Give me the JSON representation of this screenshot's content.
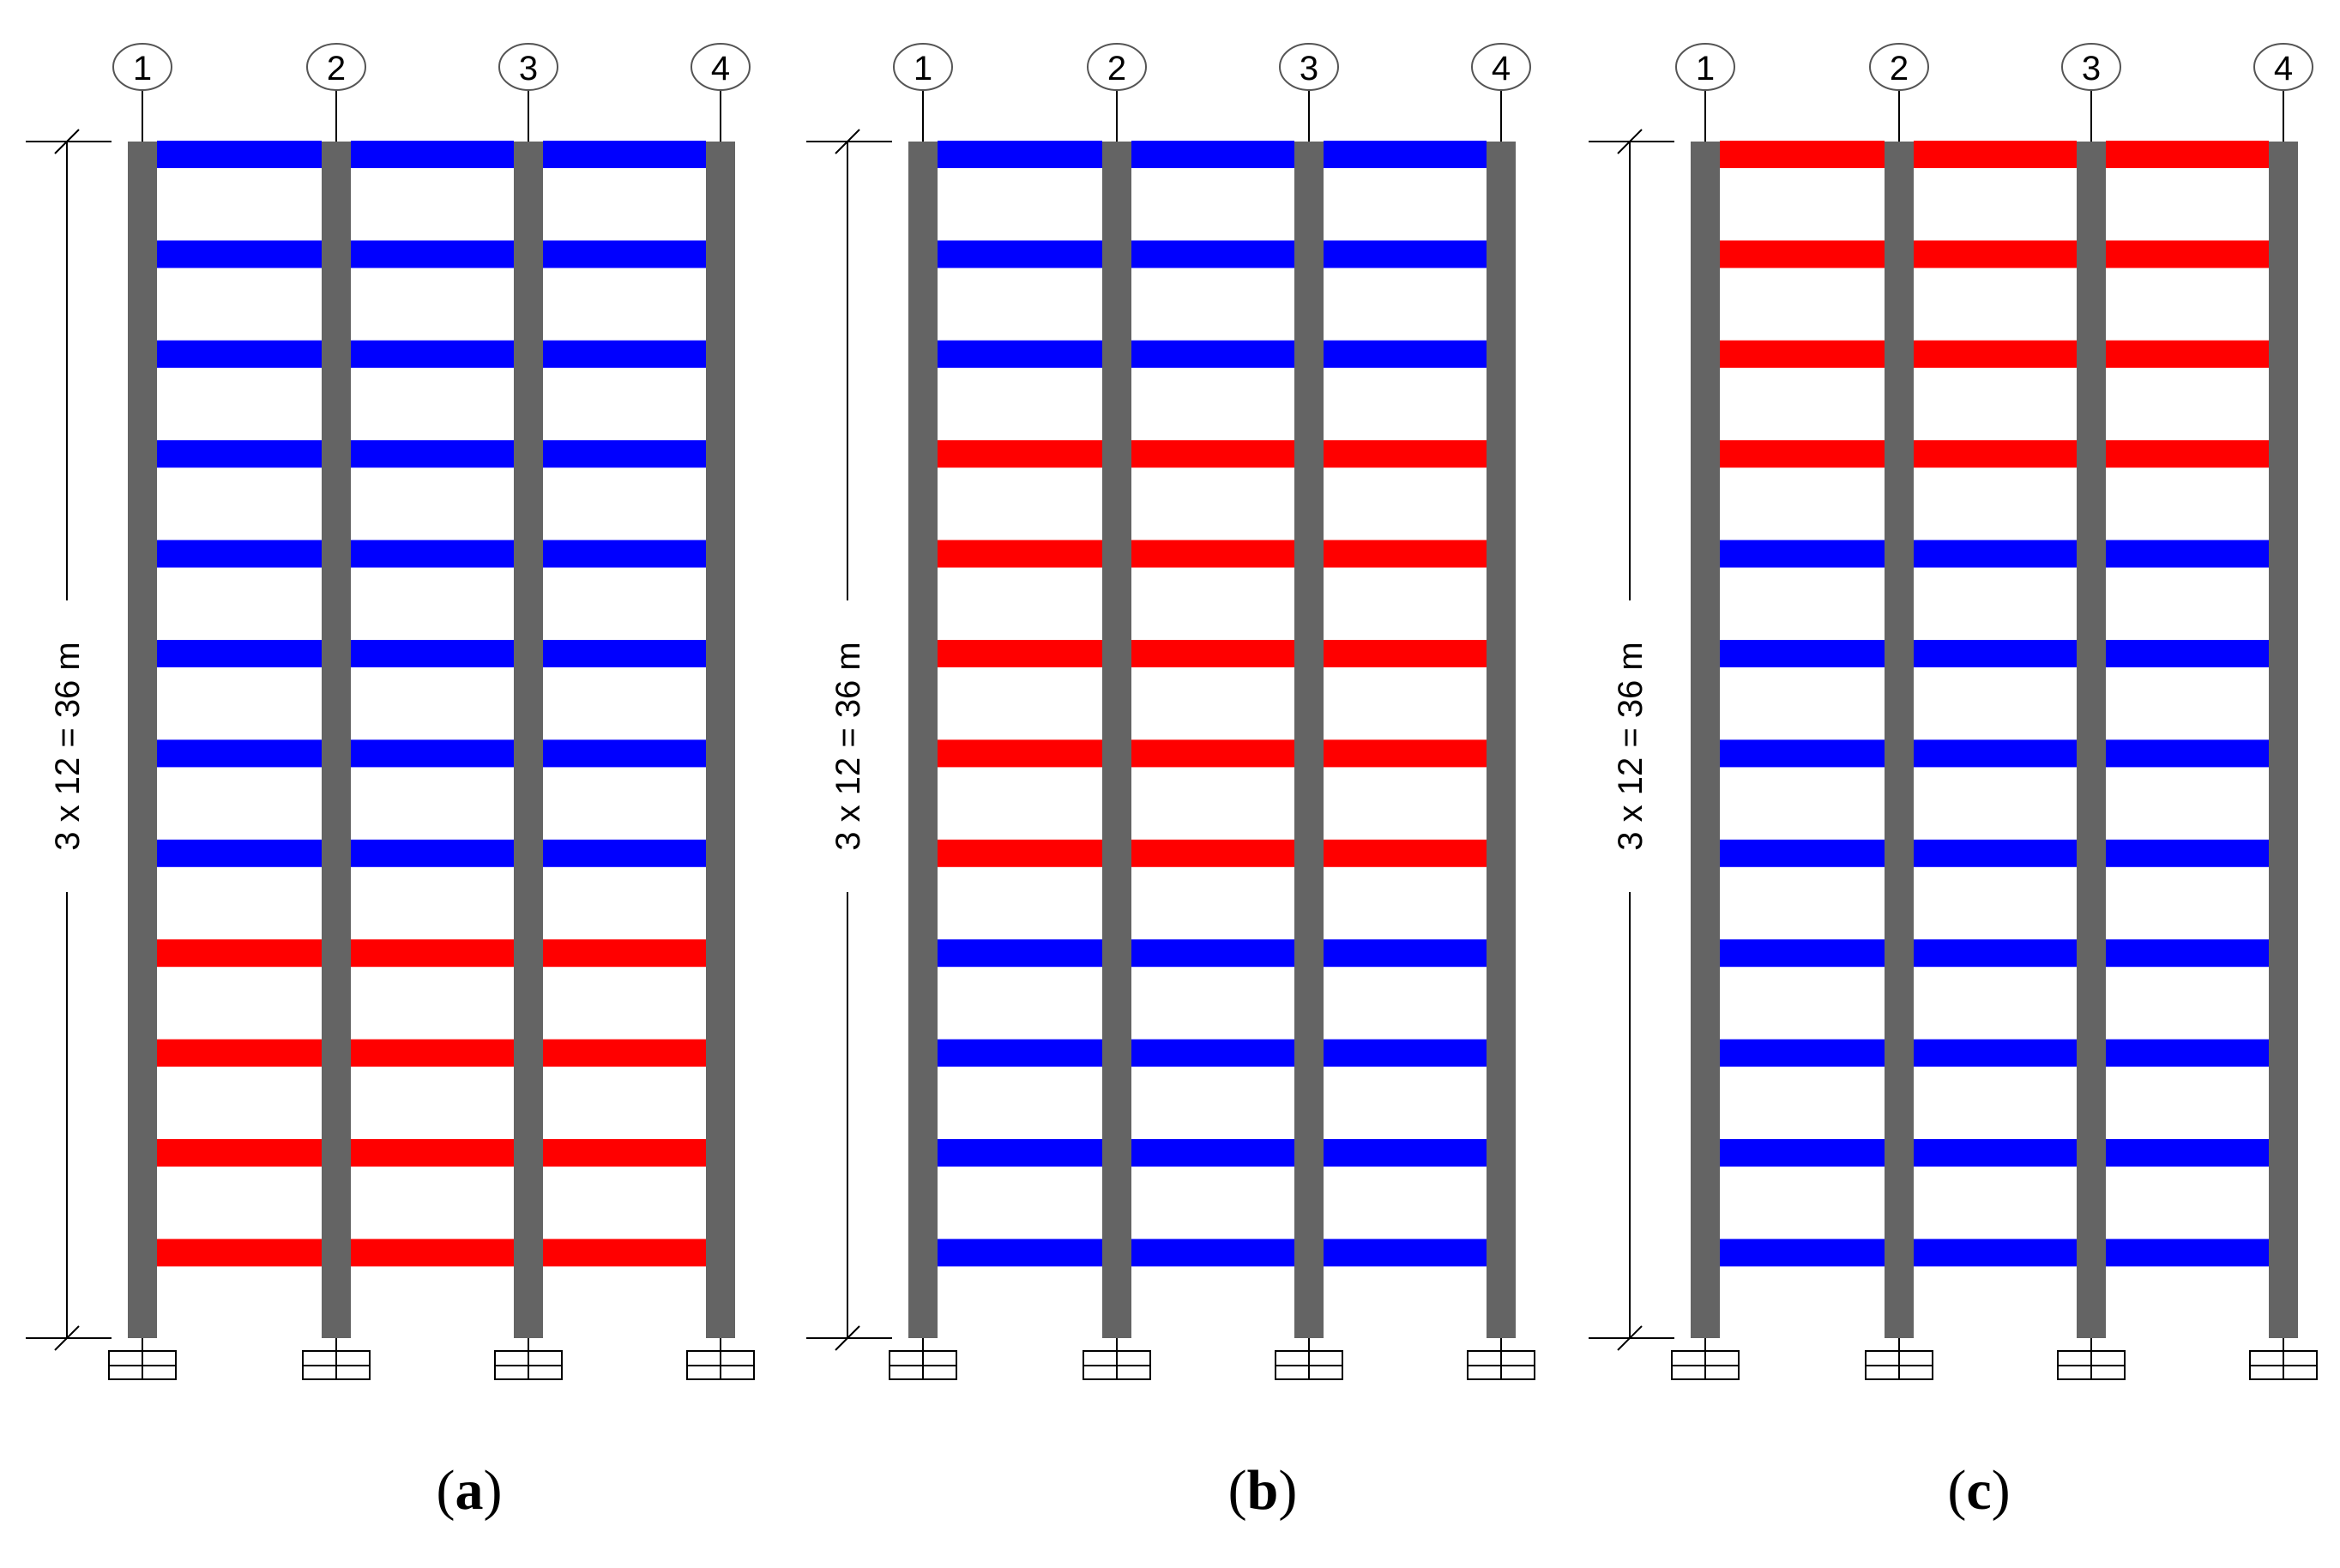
{
  "colors": {
    "column": "#646464",
    "beam_blue": "#0000ff",
    "beam_red": "#ff0000",
    "line": "#000000"
  },
  "grid_labels": [
    "1",
    "2",
    "3",
    "4"
  ],
  "dimension_label": "3 x 12 = 36 m",
  "panels": [
    {
      "caption_letter": "a",
      "floors": [
        "blue",
        "blue",
        "blue",
        "blue",
        "blue",
        "blue",
        "blue",
        "blue",
        "red",
        "red",
        "red",
        "red"
      ]
    },
    {
      "caption_letter": "b",
      "floors": [
        "blue",
        "blue",
        "blue",
        "red",
        "red",
        "red",
        "red",
        "red",
        "blue",
        "blue",
        "blue",
        "blue"
      ]
    },
    {
      "caption_letter": "c",
      "floors": [
        "red",
        "red",
        "red",
        "red",
        "blue",
        "blue",
        "blue",
        "blue",
        "blue",
        "blue",
        "blue",
        "blue"
      ]
    }
  ]
}
